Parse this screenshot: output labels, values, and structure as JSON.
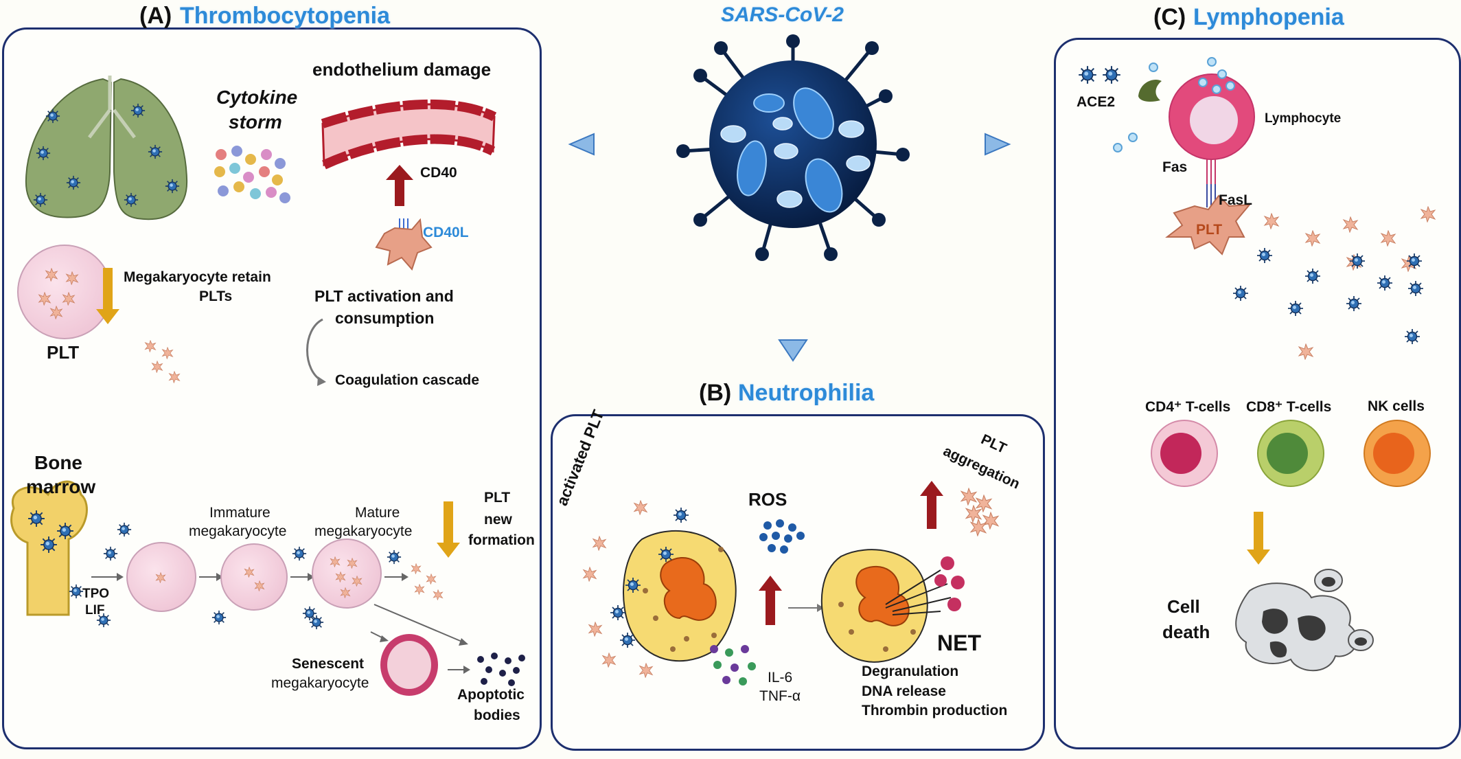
{
  "panel_a": {
    "letter": "(A)",
    "title": "Thrombocytopenia",
    "endothelium": "endothelium damage",
    "cytokine": [
      "Cytokine",
      "storm"
    ],
    "cd40": "CD40",
    "cd40l": "CD40L",
    "mk_retain": [
      "Megakaryocyte retain",
      "PLTs"
    ],
    "plt": "PLT",
    "activation": [
      "PLT activation and",
      "consumption"
    ],
    "coag": "Coagulation cascade",
    "bone_marrow": [
      "Bone",
      "marrow"
    ],
    "immature": [
      "Immature",
      "megakaryocyte"
    ],
    "mature": [
      "Mature",
      "megakaryocyte"
    ],
    "new_formation": [
      "PLT",
      "new",
      "formation"
    ],
    "tpo": [
      "TPO",
      "LIF"
    ],
    "senescent": [
      "Senescent",
      "megakaryocyte"
    ],
    "apoptotic": [
      "Apoptotic",
      "bodies"
    ]
  },
  "center": {
    "virus_label": "SARS-CoV-2"
  },
  "panel_b": {
    "letter": "(B)",
    "title": "Neutrophilia",
    "activated_plt": "activated PLT",
    "ros": "ROS",
    "plt_aggregation": [
      "PLT",
      "aggregation"
    ],
    "cytokines": [
      "IL-6",
      "TNF-α"
    ],
    "net": "NET",
    "net_effects": [
      "Degranulation",
      "DNA release",
      "Thrombin production"
    ]
  },
  "panel_c": {
    "letter": "(C)",
    "title": "Lymphopenia",
    "ace2": "ACE2",
    "lymphocyte": "Lymphocyte",
    "fas": "Fas",
    "fasl": "FasL",
    "plt": "PLT",
    "cd4": "CD4⁺ T-cells",
    "cd8": "CD8⁺ T-cells",
    "nk": "NK cells",
    "cell_death": [
      "Cell",
      "death"
    ]
  },
  "colors": {
    "panel_border": "#1d2f6e",
    "title_blue": "#2d8ad8",
    "arrow_red": "#9b1a1e",
    "arrow_gold": "#e0a418",
    "virus_dark": "#0f2a55",
    "neutrophil_yellow": "#f6da72"
  }
}
